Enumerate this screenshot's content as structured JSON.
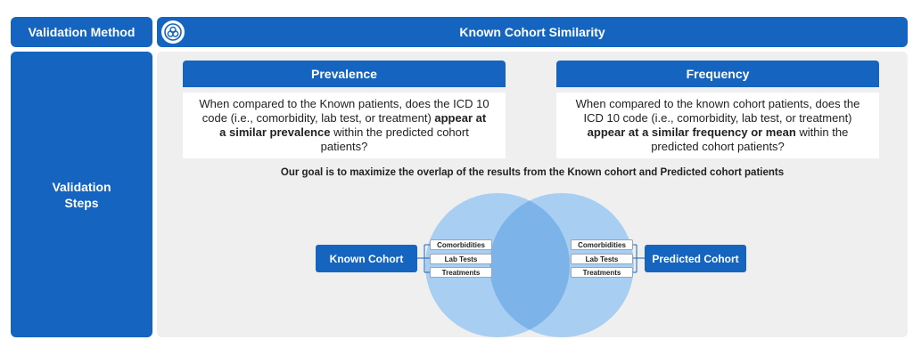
{
  "header": {
    "method_label": "Validation Method",
    "method_value": "Known Cohort Similarity",
    "method_icon": "cohort-circles-icon"
  },
  "steps": {
    "label_line1": "Validation",
    "label_line2": "Steps"
  },
  "prevalence": {
    "title": "Prevalence",
    "text_normal_1": "When compared to the Known patients, does the ICD 10 code (i.e., comorbidity, lab test, or treatment) ",
    "text_bold": "appear at a similar prevalence",
    "text_normal_2": " within the predicted cohort patients?"
  },
  "frequency": {
    "title": "Frequency",
    "text_normal_1": "When compared to the known cohort patients, does the ICD 10 code (i.e., comorbidity, lab test, or treatment) ",
    "text_bold": "appear at a similar frequency or mean",
    "text_normal_2": " within the predicted cohort patients?"
  },
  "goal": "Our goal is to maximize the overlap of the results from the Known cohort and Predicted cohort patients",
  "diagram": {
    "known_cohort": "Known Cohort",
    "predicted_cohort": "Predicted Cohort",
    "left_tags": [
      "Comorbidities",
      "Lab Tests",
      "Treatments"
    ],
    "right_tags": [
      "Comorbidities",
      "Lab Tests",
      "Treatments"
    ],
    "colors": {
      "primary": "#1565c0",
      "circle": "#90c2ef",
      "overlap": "#7cb4ea"
    }
  }
}
